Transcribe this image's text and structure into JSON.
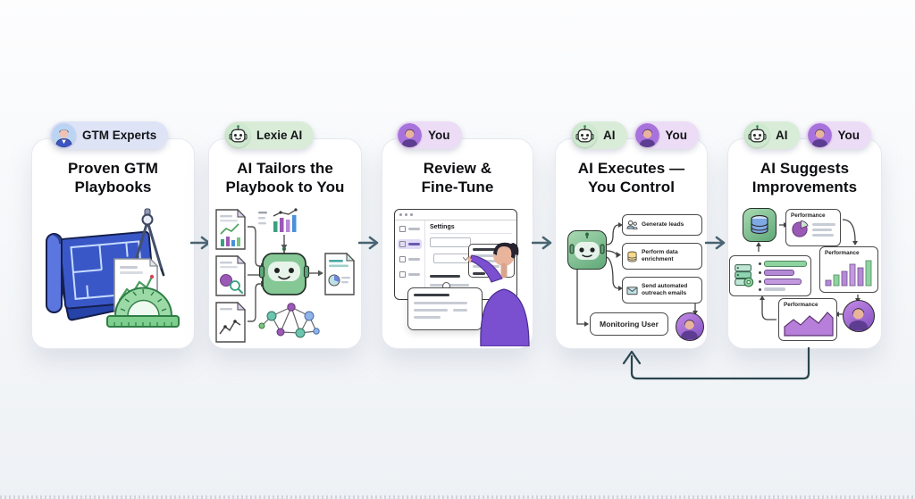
{
  "steps": [
    {
      "badges": [
        {
          "label": "GTM Experts",
          "avatar": "person-blue"
        }
      ],
      "title_line1": "Proven GTM",
      "title_line2": "Playbooks",
      "illustration": "blueprint-compass-protractor"
    },
    {
      "badges": [
        {
          "label": "Lexie AI",
          "avatar": "robot-green"
        }
      ],
      "title_line1": "AI Tailors the",
      "title_line2": "Playbook to You",
      "illustration": "documents-feeding-robot"
    },
    {
      "badges": [
        {
          "label": "You",
          "avatar": "person-purple"
        }
      ],
      "title_line1": "Review &",
      "title_line2": "Fine-Tune",
      "illustration": {
        "window_title": "Settings"
      }
    },
    {
      "badges": [
        {
          "label": "AI",
          "avatar": "robot-green"
        },
        {
          "label": "You",
          "avatar": "person-purple"
        }
      ],
      "title_line1": "AI Executes —",
      "title_line2": "You Control",
      "tasks": [
        "Generate leads",
        "Perform data enrichment",
        "Send automated outreach emails"
      ],
      "monitor_label": "Monitoring User"
    },
    {
      "badges": [
        {
          "label": "AI",
          "avatar": "robot-green"
        },
        {
          "label": "You",
          "avatar": "person-purple"
        }
      ],
      "title_line1": "AI Suggests",
      "title_line2": "Improvements",
      "mini_cards": [
        "Performance",
        "Performance",
        "Performance"
      ]
    }
  ],
  "colors": {
    "badge_blue": "#dee3f6",
    "badge_green": "#d9ecd8",
    "badge_purple": "#ecdcf5",
    "robot_green": "#7fc08f",
    "person_purple": "#8b5cc6",
    "flow_arrow": "#46626f",
    "loop_arrow": "#2a454f",
    "blueprint_blue": "#3a57c8",
    "chart_purple": "#a678d6",
    "chart_green": "#7cc98f"
  }
}
